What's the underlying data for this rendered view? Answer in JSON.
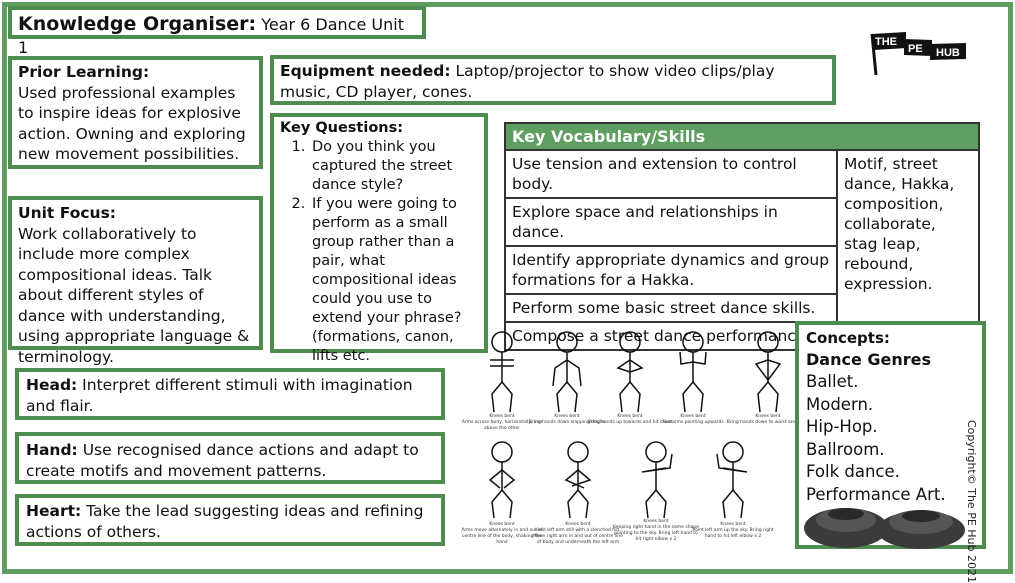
{
  "header": {
    "title_bold": "Knowledge Organiser:",
    "title_rest": " Year 6 Dance Unit 1"
  },
  "logo": {
    "line1": "THE",
    "line2": "PE",
    "line3": "HUB"
  },
  "prior_learning": {
    "heading": "Prior Learning:",
    "text": "Used professional examples to inspire ideas for explosive action. Owning and exploring new movement possibilities."
  },
  "unit_focus": {
    "heading": "Unit Focus:",
    "text": "Work collaboratively to include more complex compositional ideas. Talk about different styles of dance with understanding, using appropriate language & terminology."
  },
  "equipment": {
    "heading": "Equipment needed:",
    "text": " Laptop/projector to show video clips/play music, CD player, cones."
  },
  "key_questions": {
    "heading": "Key Questions:",
    "items": [
      "Do you think you captured the street dance style?",
      "If you were going to perform as a small group rather than a pair, what compositional ideas could you use to extend your phrase? (formations, canon, lifts etc."
    ]
  },
  "vocab": {
    "heading": "Key Vocabulary/Skills",
    "rows": [
      "Use tension and extension to control body.",
      "Explore space and relationships in dance.",
      "Identify appropriate dynamics and group formations for a Hakka.",
      "Perform some basic street dance skills.",
      "Compose a street dance performance."
    ],
    "keywords": "Motif, street dance, Hakka, composition, collaborate, stag leap, rebound, expression."
  },
  "head": {
    "label": "Head:",
    "text": " Interpret different stimuli with imagination and flair."
  },
  "hand": {
    "label": "Hand:",
    "text": " Use recognised dance actions and adapt to create motifs and movement patterns."
  },
  "heart": {
    "label": "Heart:",
    "text": " Take the lead suggesting ideas and refining actions of others."
  },
  "concepts": {
    "heading": "Concepts:",
    "subheading": "Dance Genres",
    "items": [
      "Ballet.",
      "Modern.",
      "Hip-Hop.",
      "Ballroom.",
      "Folk dance.",
      "Performance Art."
    ]
  },
  "figures": {
    "row1": [
      {
        "title": "Knees bent",
        "desc": "Arms across body, horizontally, one above the other"
      },
      {
        "title": "Knees bent",
        "desc": "Bring hands down slapping thighs"
      },
      {
        "title": "Knees bent",
        "desc": "Bring hands up towards and hit chest"
      },
      {
        "title": "Knees bent",
        "desc": "Forearms pointing upwards"
      },
      {
        "title": "Knees bent",
        "desc": "Bring hands down to waist and bend"
      }
    ],
    "row2": [
      {
        "title": "Knees bent",
        "desc": "Arms move alternately in and out of centre line of the body, shaking the hand"
      },
      {
        "title": "Knees bent",
        "desc": "Hold left arm still with a clenched fist. Move right arm in and out of centre line of body and underneath the left arm"
      },
      {
        "title": "Knees bent",
        "desc": "Keeping right hand in the same shape pointing to the sky. Bring left hand to hit right elbow x 2"
      },
      {
        "title": "Knees bent",
        "desc": "Point left arm up the sky. Bring right hand to hit left elbow x 2"
      }
    ]
  },
  "copyright": "Copyright© The PE Hub 2021",
  "colors": {
    "accent": "#5e9e60",
    "border": "#4f8c50"
  }
}
